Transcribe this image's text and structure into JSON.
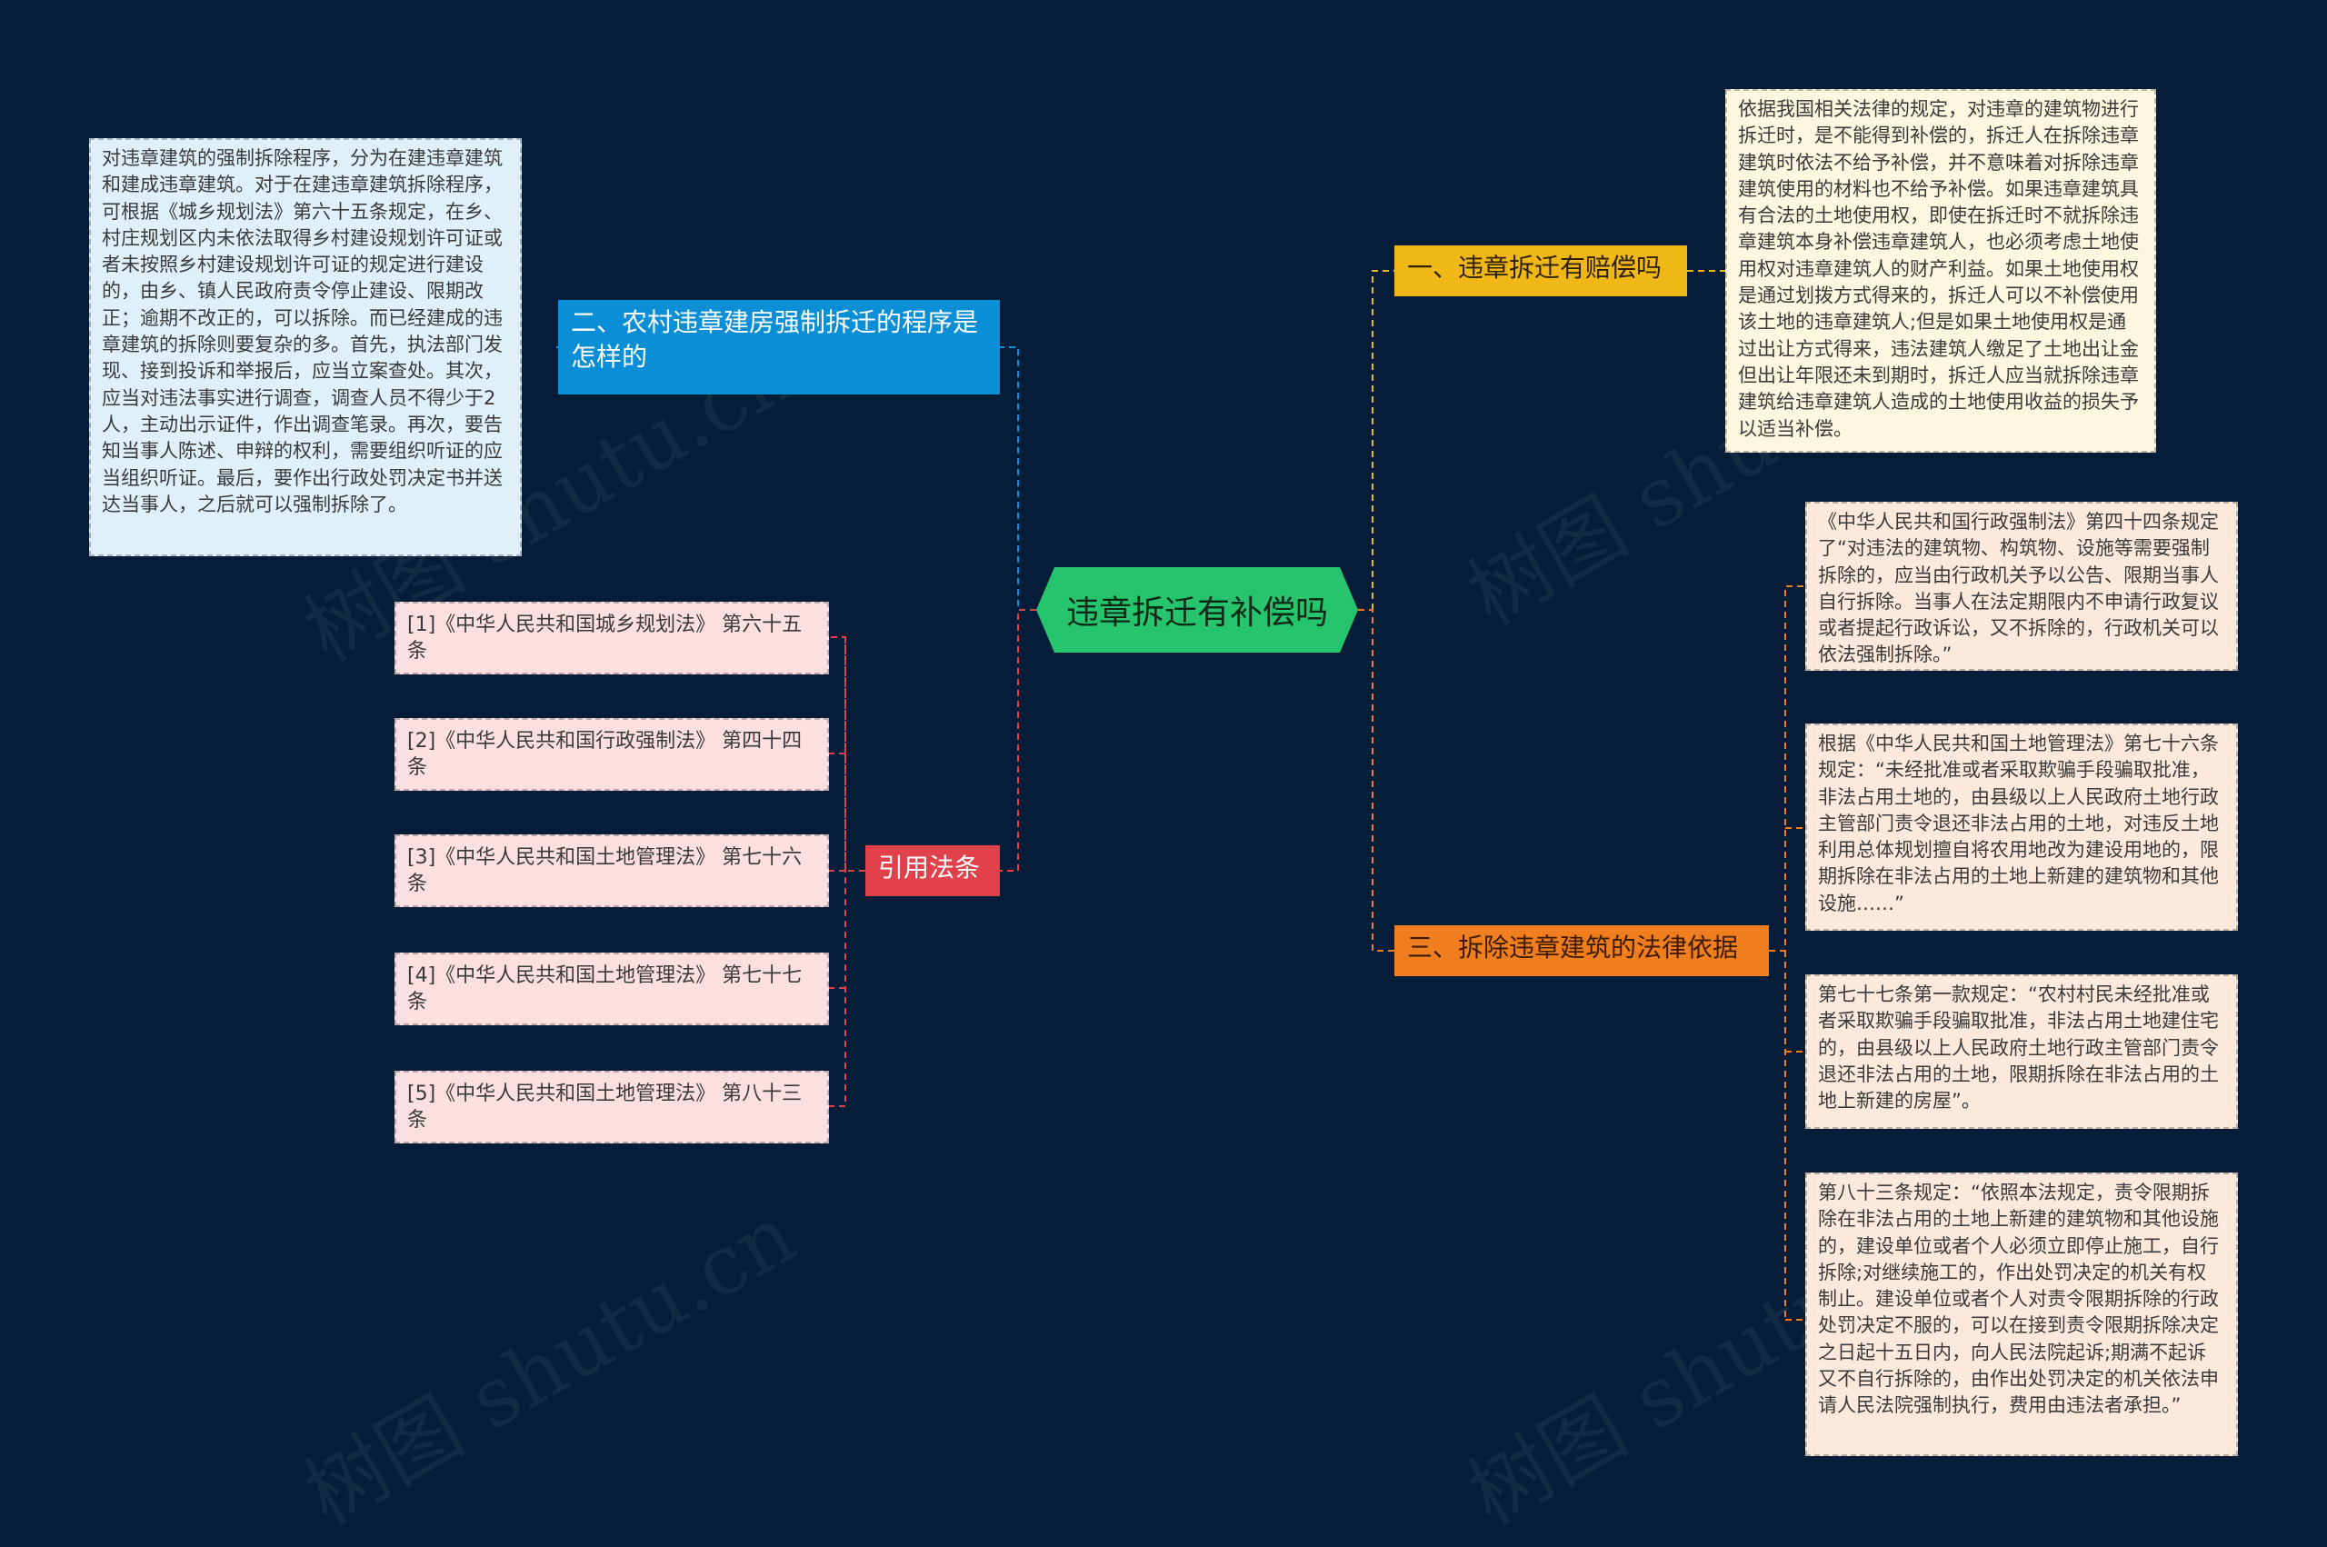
{
  "watermark": "树图 shutu.cn",
  "center": {
    "label": "违章拆迁有补偿吗"
  },
  "branches": {
    "compensation": {
      "label": "一、违章拆迁有赔偿吗",
      "note": "依据我国相关法律的规定，对违章的建筑物进行拆迁时，是不能得到补偿的，拆迁人在拆除违章建筑时依法不给予补偿，并不意味着对拆除违章建筑使用的材料也不给予补偿。如果违章建筑具有合法的土地使用权，即使在拆迁时不就拆除违章建筑本身补偿违章建筑人，也必须考虑土地使用权对违章建筑人的财产利益。如果土地使用权是通过划拨方式得来的，拆迁人可以不补偿使用该土地的违章建筑人;但是如果土地使用权是通过出让方式得来，违法建筑人缴足了土地出让金但出让年限还未到期时，拆迁人应当就拆除违章建筑给违章建筑人造成的土地使用收益的损失予以适当补偿。"
    },
    "procedure": {
      "label": "二、农村违章建房强制拆迁的程序是怎样的",
      "note": "对违章建筑的强制拆除程序，分为在建违章建筑和建成违章建筑。对于在建违章建筑拆除程序，可根据《城乡规划法》第六十五条规定，在乡、村庄规划区内未依法取得乡村建设规划许可证或者未按照乡村建设规划许可证的规定进行建设的，由乡、镇人民政府责令停止建设、限期改正；逾期不改正的，可以拆除。而已经建成的违章建筑的拆除则要复杂的多。首先，执法部门发现、接到投诉和举报后，应当立案查处。其次，应当对违法事实进行调查，调查人员不得少于2人，主动出示证件，作出调查笔录。再次，要告知当事人陈述、申辩的权利，需要组织听证的应当组织听证。最后，要作出行政处罚决定书并送达当事人，之后就可以强制拆除了。"
    },
    "legal_basis": {
      "label": "三、拆除违章建筑的法律依据",
      "notes": [
        "《中华人民共和国行政强制法》第四十四条规定了“对违法的建筑物、构筑物、设施等需要强制拆除的，应当由行政机关予以公告、限期当事人自行拆除。当事人在法定期限内不申请行政复议或者提起行政诉讼，又不拆除的，行政机关可以依法强制拆除。”",
        "根据《中华人民共和国土地管理法》第七十六条规定：“未经批准或者采取欺骗手段骗取批准，非法占用土地的，由县级以上人民政府土地行政主管部门责令退还非法占用的土地，对违反土地利用总体规划擅自将农用地改为建设用地的，限期拆除在非法占用的土地上新建的建筑物和其他设施……”",
        "第七十七条第一款规定：“农村村民未经批准或者采取欺骗手段骗取批准，非法占用土地建住宅的，由县级以上人民政府土地行政主管部门责令退还非法占用的土地，限期拆除在非法占用的土地上新建的房屋”。",
        "第八十三条规定：“依照本法规定，责令限期拆除在非法占用的土地上新建的建筑物和其他设施的，建设单位或者个人必须立即停止施工，自行拆除;对继续施工的，作出处罚决定的机关有权制止。建设单位或者个人对责令限期拆除的行政处罚决定不服的，可以在接到责令限期拆除决定之日起十五日内，向人民法院起诉;期满不起诉又不自行拆除的，由作出处罚决定的机关依法申请人民法院强制执行，费用由违法者承担。”"
      ]
    },
    "citations": {
      "label": "引用法条",
      "items": [
        "[1]《中华人民共和国城乡规划法》 第六十五条",
        "[2]《中华人民共和国行政强制法》 第四十四条",
        "[3]《中华人民共和国土地管理法》 第七十六条",
        "[4]《中华人民共和国土地管理法》 第七十七条",
        "[5]《中华人民共和国土地管理法》 第八十三条"
      ]
    }
  },
  "colors": {
    "background": "#051d38",
    "center": "#27c46e",
    "branch_compensation": "#f0b816",
    "branch_procedure": "#0a8fd6",
    "branch_legal_basis": "#f07e1e",
    "branch_citations": "#e0414a"
  }
}
